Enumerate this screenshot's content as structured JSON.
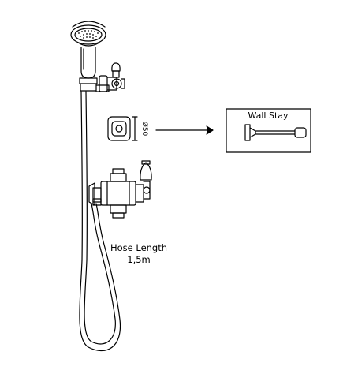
{
  "diagram": {
    "inset": {
      "title": "Wall Stay"
    },
    "dimension": {
      "label": "Ø50"
    },
    "hose": {
      "label_line1": "Hose Length",
      "label_line2": "1,5m"
    }
  }
}
